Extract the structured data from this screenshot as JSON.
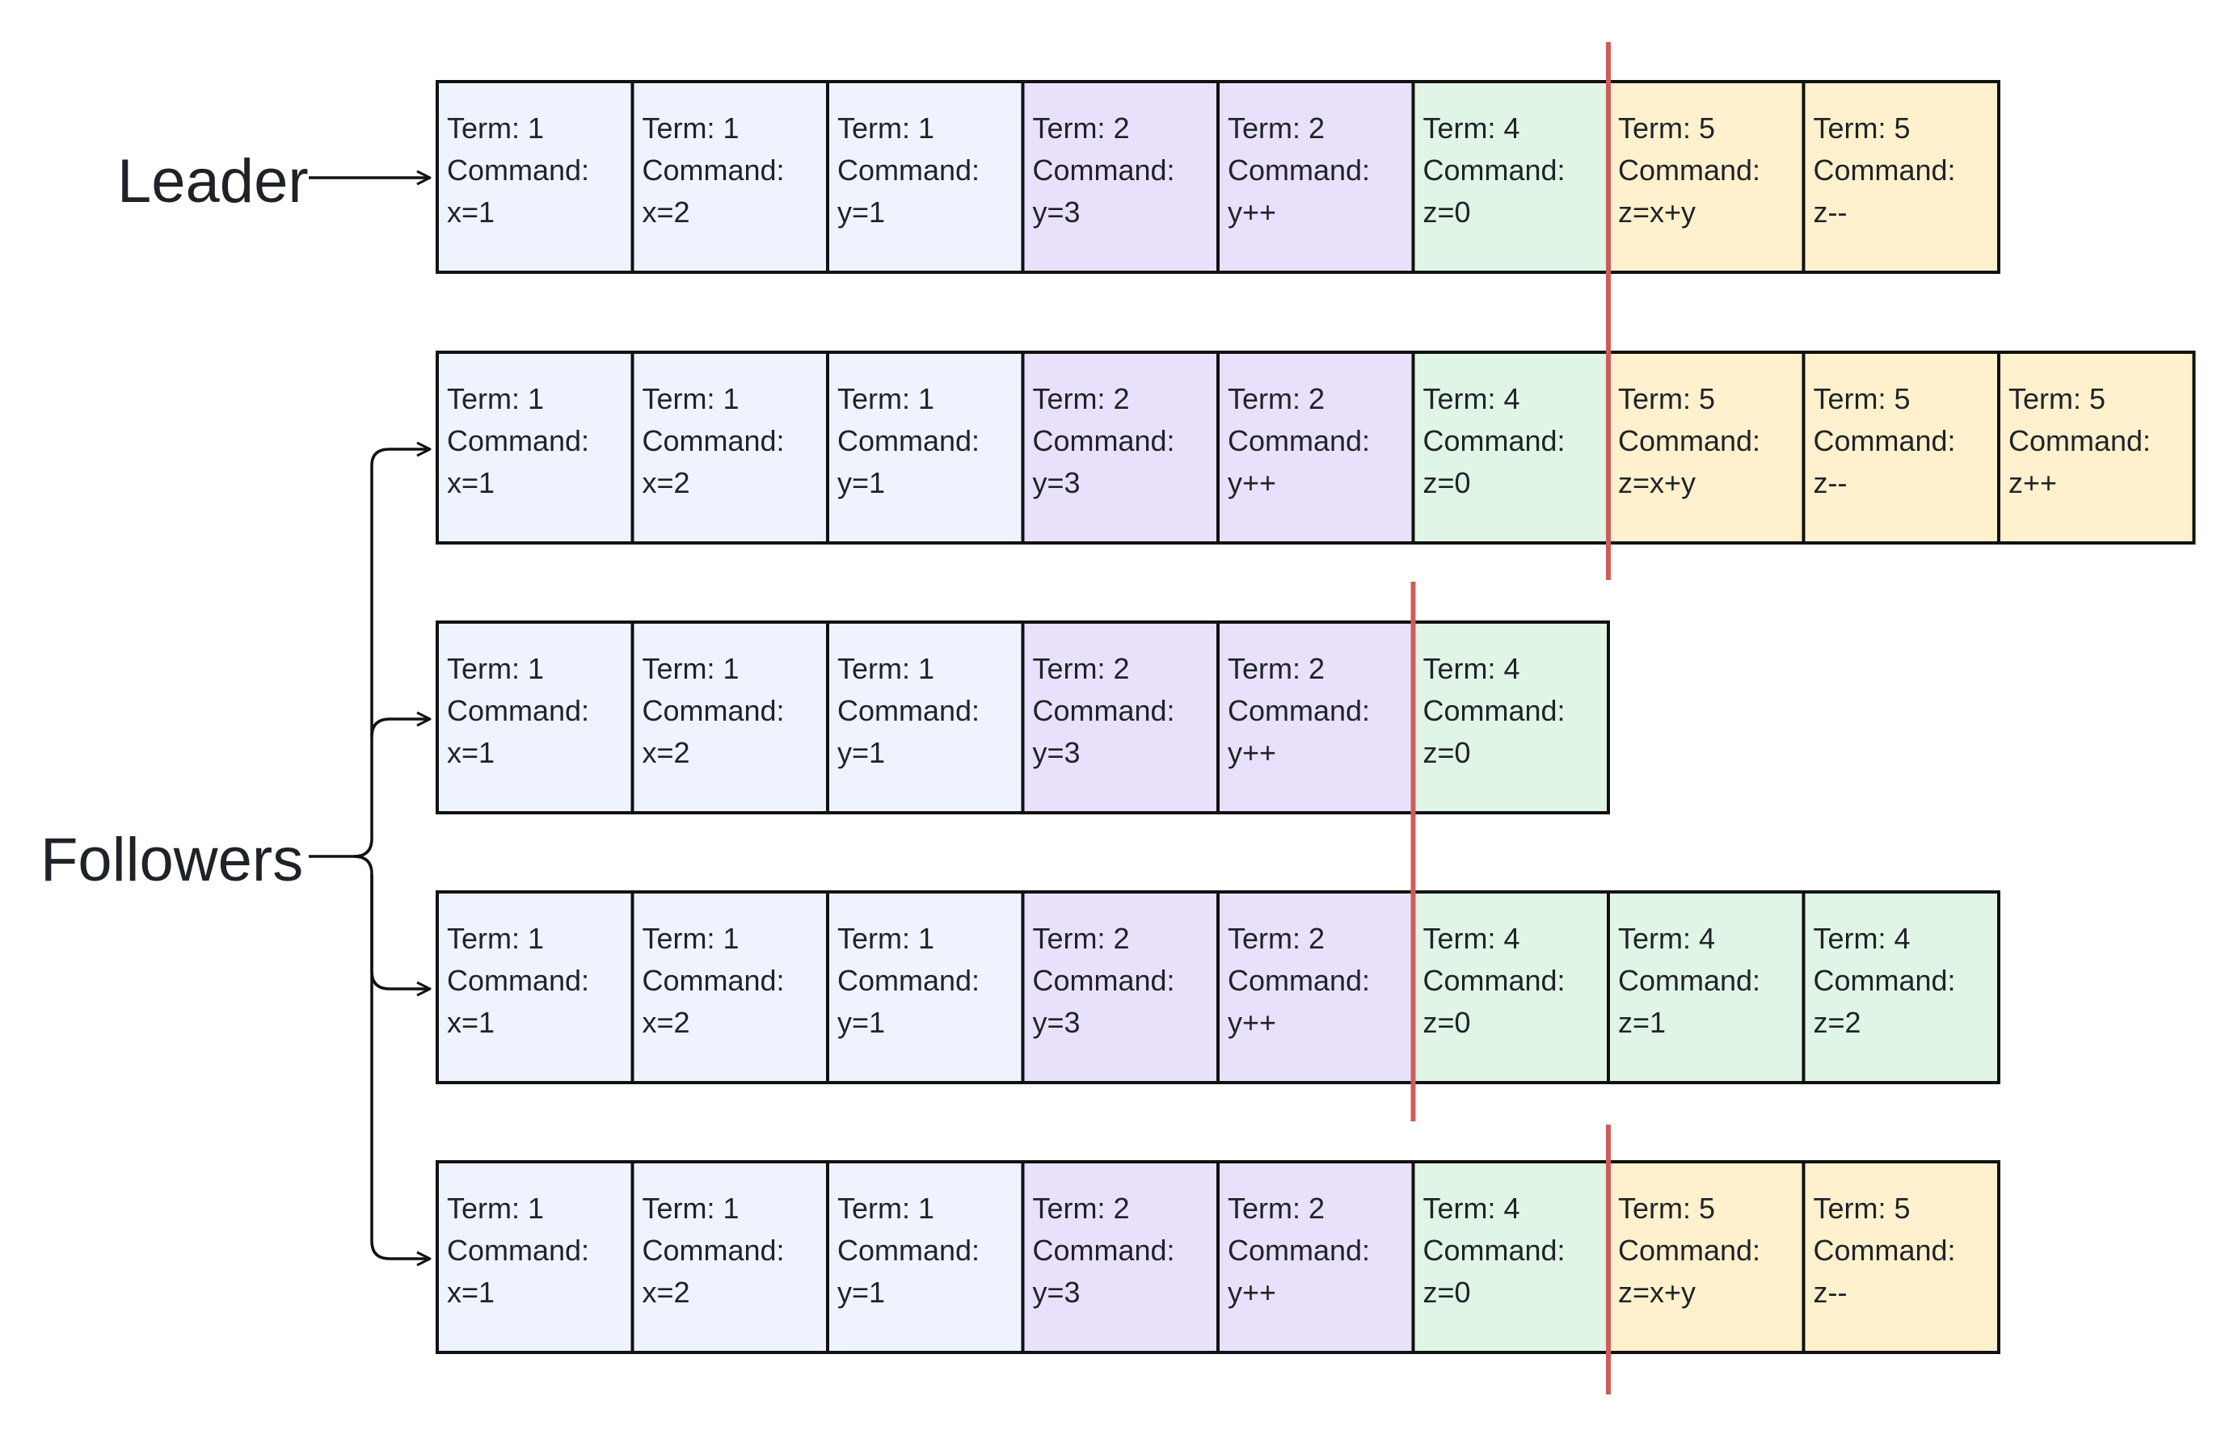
{
  "labels": {
    "leader": "Leader",
    "followers": "Followers"
  },
  "term_colors": {
    "1": "#eef3fd",
    "2": "#e9e1fc",
    "4": "#e0f5e5",
    "5": "#fff1cd"
  },
  "divider_color": "#cf5c5a",
  "rows": [
    {
      "role": "leader",
      "divider_after_entry": 6,
      "entries": [
        {
          "term": "Term: 1",
          "command_label": "Command:",
          "command": "x=1",
          "term_num": 1
        },
        {
          "term": "Term: 1",
          "command_label": "Command:",
          "command": "x=2",
          "term_num": 1
        },
        {
          "term": "Term: 1",
          "command_label": "Command:",
          "command": "y=1",
          "term_num": 1
        },
        {
          "term": "Term: 2",
          "command_label": "Command:",
          "command": "y=3",
          "term_num": 2
        },
        {
          "term": "Term: 2",
          "command_label": "Command:",
          "command": "y++",
          "term_num": 2
        },
        {
          "term": "Term: 4",
          "command_label": "Command:",
          "command": "z=0",
          "term_num": 4
        },
        {
          "term": "Term: 5",
          "command_label": "Command:",
          "command": "z=x+y",
          "term_num": 5
        },
        {
          "term": "Term: 5",
          "command_label": "Command:",
          "command": "z--",
          "term_num": 5
        }
      ]
    },
    {
      "role": "follower",
      "divider_after_entry": 6,
      "entries": [
        {
          "term": "Term: 1",
          "command_label": "Command:",
          "command": "x=1",
          "term_num": 1
        },
        {
          "term": "Term: 1",
          "command_label": "Command:",
          "command": "x=2",
          "term_num": 1
        },
        {
          "term": "Term: 1",
          "command_label": "Command:",
          "command": "y=1",
          "term_num": 1
        },
        {
          "term": "Term: 2",
          "command_label": "Command:",
          "command": "y=3",
          "term_num": 2
        },
        {
          "term": "Term: 2",
          "command_label": "Command:",
          "command": "y++",
          "term_num": 2
        },
        {
          "term": "Term: 4",
          "command_label": "Command:",
          "command": "z=0",
          "term_num": 4
        },
        {
          "term": "Term: 5",
          "command_label": "Command:",
          "command": "z=x+y",
          "term_num": 5
        },
        {
          "term": "Term: 5",
          "command_label": "Command:",
          "command": "z--",
          "term_num": 5
        },
        {
          "term": "Term: 5",
          "command_label": "Command:",
          "command": "z++",
          "term_num": 5
        }
      ]
    },
    {
      "role": "follower",
      "divider_after_entry": 5,
      "entries": [
        {
          "term": "Term: 1",
          "command_label": "Command:",
          "command": "x=1",
          "term_num": 1
        },
        {
          "term": "Term: 1",
          "command_label": "Command:",
          "command": "x=2",
          "term_num": 1
        },
        {
          "term": "Term: 1",
          "command_label": "Command:",
          "command": "y=1",
          "term_num": 1
        },
        {
          "term": "Term: 2",
          "command_label": "Command:",
          "command": "y=3",
          "term_num": 2
        },
        {
          "term": "Term: 2",
          "command_label": "Command:",
          "command": "y++",
          "term_num": 2
        },
        {
          "term": "Term: 4",
          "command_label": "Command:",
          "command": "z=0",
          "term_num": 4
        }
      ]
    },
    {
      "role": "follower",
      "divider_after_entry": 5,
      "entries": [
        {
          "term": "Term: 1",
          "command_label": "Command:",
          "command": "x=1",
          "term_num": 1
        },
        {
          "term": "Term: 1",
          "command_label": "Command:",
          "command": "x=2",
          "term_num": 1
        },
        {
          "term": "Term: 1",
          "command_label": "Command:",
          "command": "y=1",
          "term_num": 1
        },
        {
          "term": "Term: 2",
          "command_label": "Command:",
          "command": "y=3",
          "term_num": 2
        },
        {
          "term": "Term: 2",
          "command_label": "Command:",
          "command": "y++",
          "term_num": 2
        },
        {
          "term": "Term: 4",
          "command_label": "Command:",
          "command": "z=0",
          "term_num": 4
        },
        {
          "term": "Term: 4",
          "command_label": "Command:",
          "command": "z=1",
          "term_num": 4
        },
        {
          "term": "Term: 4",
          "command_label": "Command:",
          "command": "z=2",
          "term_num": 4
        }
      ]
    },
    {
      "role": "follower",
      "divider_after_entry": 6,
      "entries": [
        {
          "term": "Term: 1",
          "command_label": "Command:",
          "command": "x=1",
          "term_num": 1
        },
        {
          "term": "Term: 1",
          "command_label": "Command:",
          "command": "x=2",
          "term_num": 1
        },
        {
          "term": "Term: 1",
          "command_label": "Command:",
          "command": "y=1",
          "term_num": 1
        },
        {
          "term": "Term: 2",
          "command_label": "Command:",
          "command": "y=3",
          "term_num": 2
        },
        {
          "term": "Term: 2",
          "command_label": "Command:",
          "command": "y++",
          "term_num": 2
        },
        {
          "term": "Term: 4",
          "command_label": "Command:",
          "command": "z=0",
          "term_num": 4
        },
        {
          "term": "Term: 5",
          "command_label": "Command:",
          "command": "z=x+y",
          "term_num": 5
        },
        {
          "term": "Term: 5",
          "command_label": "Command:",
          "command": "z--",
          "term_num": 5
        }
      ]
    }
  ]
}
